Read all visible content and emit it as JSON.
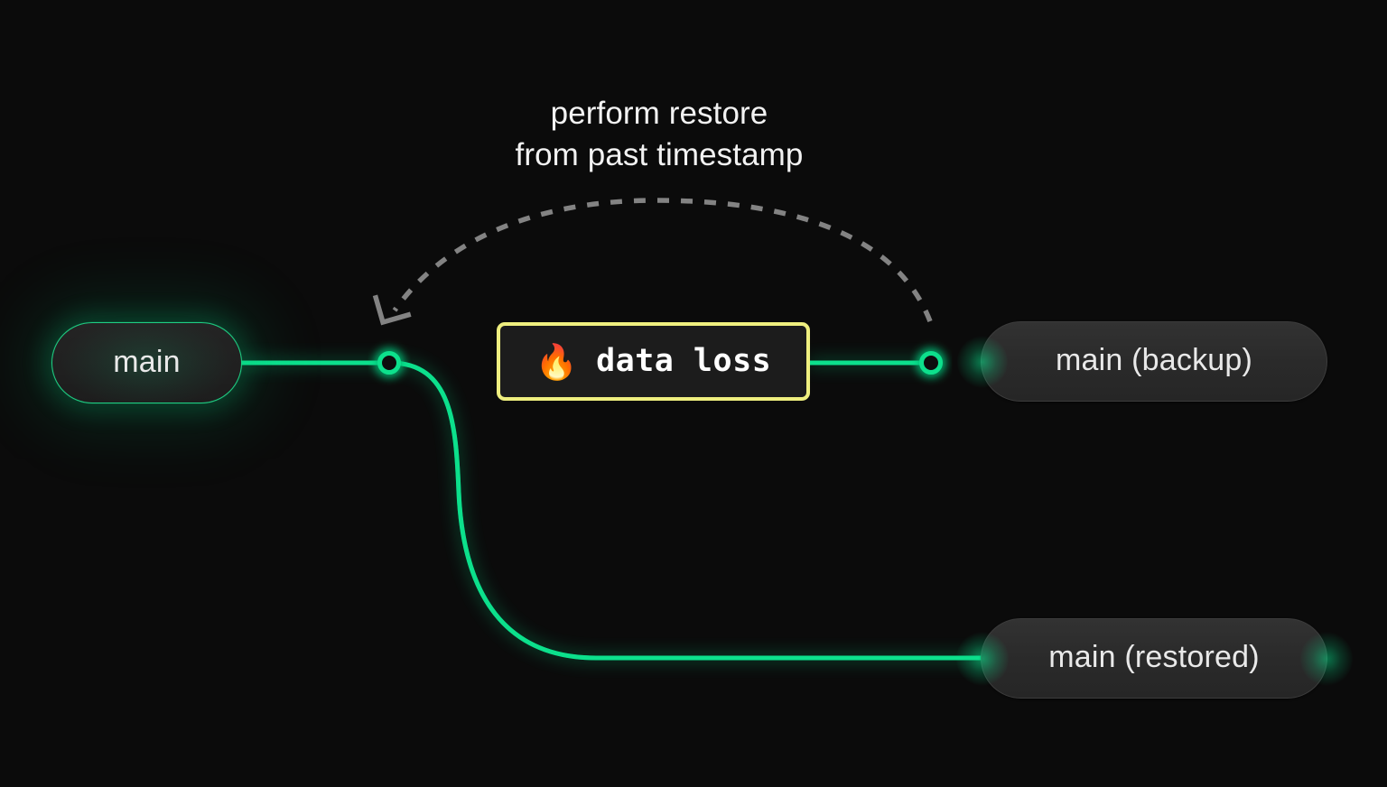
{
  "diagram": {
    "title_caption": "perform restore\nfrom past timestamp",
    "background_color": "#0b0b0b",
    "accent_green": "#0ce08c",
    "warning_yellow": "#efef7f",
    "neutral_text": "#e9e9e9",
    "dashed_edge_color": "#808080"
  },
  "nodes": {
    "main": {
      "label": "main",
      "kind": "branch-pill-active"
    },
    "backup": {
      "label": "main (backup)",
      "kind": "branch-pill"
    },
    "restored": {
      "label": "main (restored)",
      "kind": "branch-pill"
    },
    "branch_point": {
      "label": "branch-point-commit",
      "kind": "commit-node"
    },
    "head_point": {
      "label": "head-commit",
      "kind": "commit-node"
    }
  },
  "event": {
    "emoji": "🔥",
    "emoji_name": "fire-emoji",
    "label": "data loss",
    "border_color": "#efef7f"
  },
  "edges": {
    "main_to_branch": "solid-green",
    "event_to_head": "solid-green",
    "branch_to_restored": "solid-green-curve",
    "restore_arrow": "dashed-grey-arc"
  }
}
